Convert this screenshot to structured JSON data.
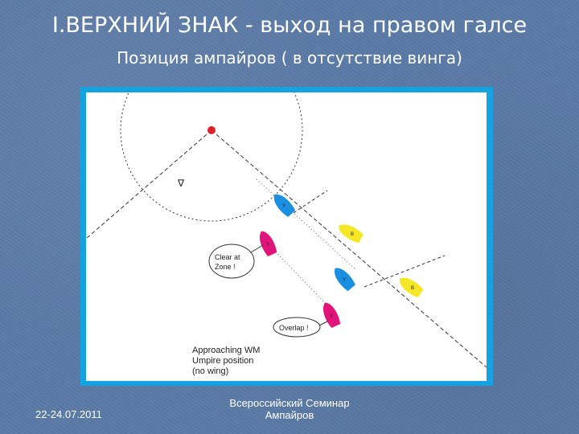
{
  "slide": {
    "title": "I.ВЕРХНИЙ ЗНАК - выход на правом галсе",
    "subtitle": "Позиция ампайров ( в отсутствие винга)"
  },
  "diagram": {
    "callout_clear": [
      "Clear at",
      "Zone !"
    ],
    "callout_overlap": "Overlap !",
    "caption": [
      "Approaching WM",
      "Umpire position",
      "(no wing)"
    ],
    "boat_labels": {
      "blue": "Y",
      "yellow": "B",
      "pink": "Y"
    },
    "colors": {
      "mark": "#e31f26",
      "blue_boat": "#1b8fe0",
      "yellow_boat": "#f5e626",
      "pink_boat": "#e0147a",
      "frame": "#14a3e0"
    }
  },
  "footer": {
    "date": "22-24.07.2011",
    "center_line1": "Всероссийский Семинар",
    "center_line2": "Ампайров"
  }
}
